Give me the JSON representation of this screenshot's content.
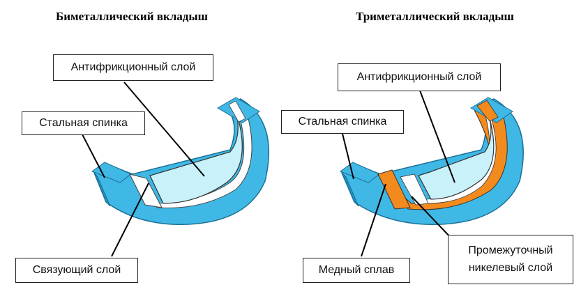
{
  "titles": {
    "left": "Биметаллический вкладыш",
    "right": "Триметаллический вкладыш"
  },
  "labels": {
    "left_antifriction": "Антифрикционный слой",
    "left_steel": "Стальная спинка",
    "left_bonding": "Связующий слой",
    "right_antifriction": "Антифрикционный слой",
    "right_steel": "Стальная спинка",
    "right_copper": "Медный сплав",
    "right_nickel_line1": "Промежуточный",
    "right_nickel_line2": "никелевый слой"
  },
  "colors": {
    "steel": "#3fb8e6",
    "steel_dark": "#1f8fc0",
    "antifriction": "#c9f1fa",
    "antifriction_edge": "#8fd9ee",
    "bonding": "#ffffff",
    "copper": "#f28a1e",
    "nickel": "#ffffff"
  }
}
